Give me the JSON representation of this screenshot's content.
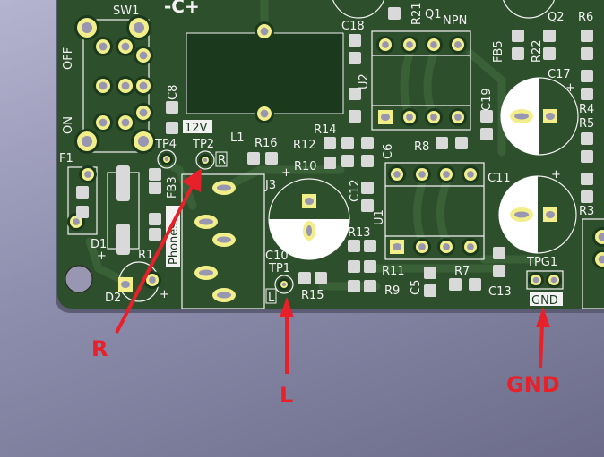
{
  "board": {
    "colors": {
      "board": "#2e4f2c",
      "trace": "#3a6037",
      "silk": "#f2f2f2",
      "pad": "#f2ee8a",
      "hole": "#9896b0",
      "smd": "#d9d9d9",
      "annotation": "#e8202a"
    },
    "labels": {
      "sw1": "SW1",
      "off": "OFF",
      "on": "ON",
      "c8": "C8",
      "v12": "12V",
      "tp4": "TP4",
      "tp2": "TP2",
      "r_box": "R",
      "l1": "L1",
      "r16": "R16",
      "r12": "R12",
      "r14": "R14",
      "r10": "R10",
      "j3": "J3",
      "f1": "F1",
      "d1": "D1",
      "fb3": "FB3",
      "phones": "Phones",
      "r1x": "R1",
      "d2": "D2",
      "c10": "C10",
      "tp1": "TP1",
      "l_box": "L",
      "r15": "R15",
      "c18": "C18",
      "r21": "R21",
      "q1": "Q1",
      "npn": "NPN",
      "u2": "U2",
      "c19": "C19",
      "r8": "R8",
      "c6": "C6",
      "c11": "C11",
      "u1": "U1",
      "c12": "C12",
      "r13": "R13",
      "r11": "R11",
      "r9": "R9",
      "c5": "C5",
      "r7": "R7",
      "c13": "C13",
      "tpg1": "TPG1",
      "gnd_box": "GND",
      "fb5": "FB5",
      "r22": "R22",
      "q2": "Q2",
      "r6": "R6",
      "c17": "C17",
      "r4": "R4",
      "r5": "R5",
      "r3": "R3",
      "plus": "+",
      "polarity": "-C+"
    }
  },
  "annotations": {
    "r": "R",
    "l": "L",
    "gnd": "GND"
  }
}
